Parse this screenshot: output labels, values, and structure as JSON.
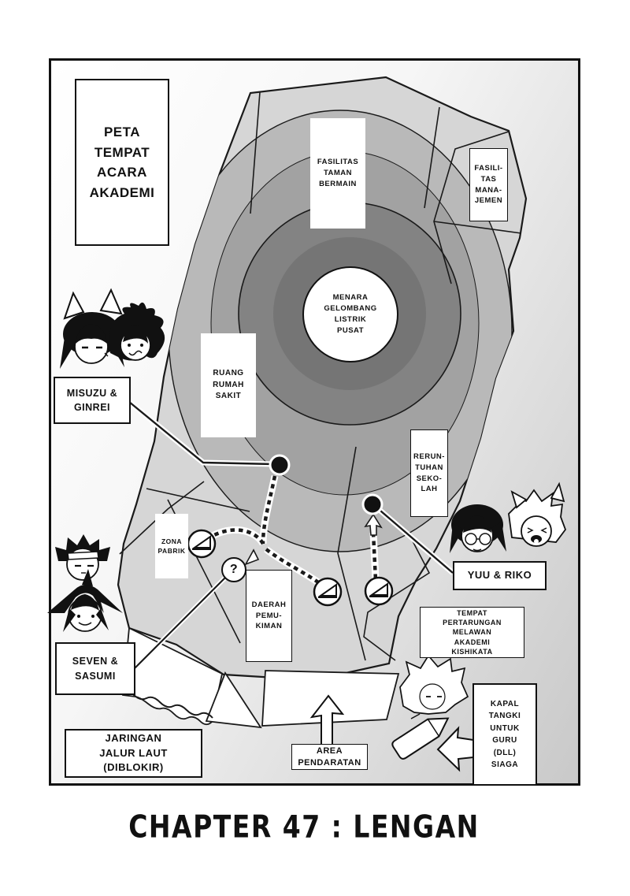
{
  "page": {
    "chapter_title": "CHAPTER 47 : LENGAN"
  },
  "map": {
    "title": "PETA\nTEMPAT\nACARA\nAKADEMI",
    "locations": {
      "taman_bermain": "FASILITAS\nTAMAN\nBERMAIN",
      "manajemen": "FASILI-\nTAS\nMANA-\nJEMEN",
      "menara": "MENARA\nGELOMBANG\nLISTRIK\nPUSAT",
      "rumah_sakit": "RUANG\nRUMAH\nSAKIT",
      "reruntuhan": "RERUN-\nTUHAN\nSEKO-\nLAH",
      "zona_pabrik": "ZONA\nPABRIK",
      "daerah_pemukiman": "DAERAH\nPEMU-\nKIMAN",
      "area_pendaratan": "AREA\nPENDARATAN",
      "jaringan_jalur_laut": "JARINGAN\nJALUR LAUT\n(DIBLOKIR)"
    },
    "callouts": {
      "misuzu_ginrei": "MISUZU &\nGINREI",
      "yuu_riko": "YUU & RIKO",
      "seven_sasumi": "SEVEN &\nSASUMI",
      "tempat_pertarungan": "TEMPAT\nPERTARUNGAN\nMELAWAN\nAKADEMI\nKISHIKATA",
      "kapal_tangki": "KAPAL\nTANGKI\nUNTUK\nGURU\n(DLL)\nSIAGA"
    },
    "markers": {
      "question": "?"
    },
    "icons": {
      "misuzu_chibi": "fox-eared-girl-face",
      "ginrei_chibi": "messy-hair-girl-face",
      "seven_chibi": "headband-spiky-hair-face",
      "sasumi_chibi": "wide-spiky-hair-face",
      "yuu_chibi": "glasses-bob-hair-face",
      "riko_chibi": "cat-eared-girl-face",
      "guru_chibi": "wild-hair-teacher-face",
      "gate_symbol": "circled-flag-marker",
      "position_dot": "black-dot-marker",
      "landing_arrow": "up-arrow",
      "tanker_arrow": "left-arrow",
      "tanker_ship": "boat-shape",
      "sea_route": "wavy-line"
    },
    "colors": {
      "ink": "#1a1a1a",
      "paper": "#ffffff",
      "zone_outer": "#d6d6d6",
      "zone_mid": "#b9b9b9",
      "zone_inner": "#a2a2a2",
      "zone_dark": "#838383",
      "zone_core": "#757575"
    }
  }
}
